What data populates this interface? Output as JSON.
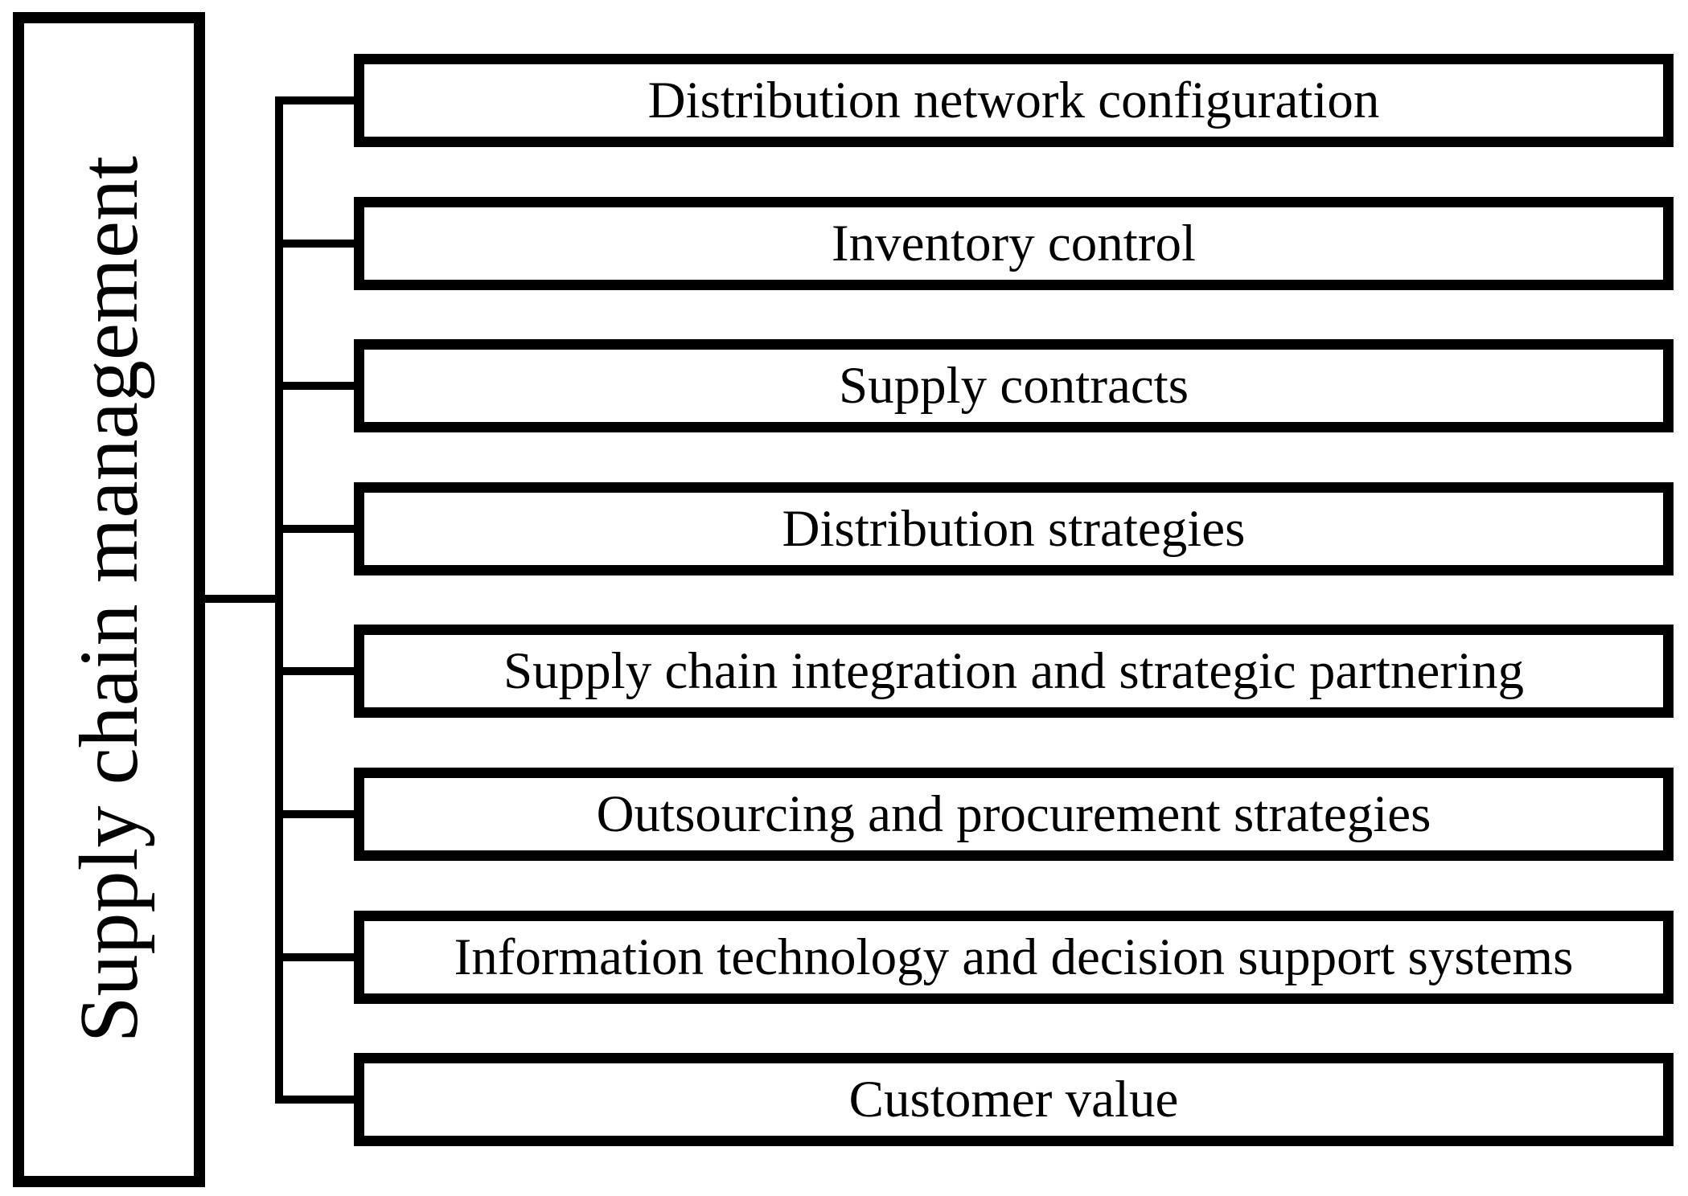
{
  "diagram": {
    "type": "tree-diagram",
    "background_color": "#ffffff",
    "line_color": "#000000",
    "text_color": "#000000",
    "root": {
      "label": "Supply chain management",
      "text_orientation": "rotated-90-ccw"
    },
    "branches": [
      {
        "label": "Distribution network configuration"
      },
      {
        "label": "Inventory control"
      },
      {
        "label": "Supply contracts"
      },
      {
        "label": "Distribution strategies"
      },
      {
        "label": "Supply chain integration and strategic partnering"
      },
      {
        "label": "Outsourcing and procurement strategies"
      },
      {
        "label": "Information technology and decision support systems"
      },
      {
        "label": "Customer value"
      }
    ]
  }
}
